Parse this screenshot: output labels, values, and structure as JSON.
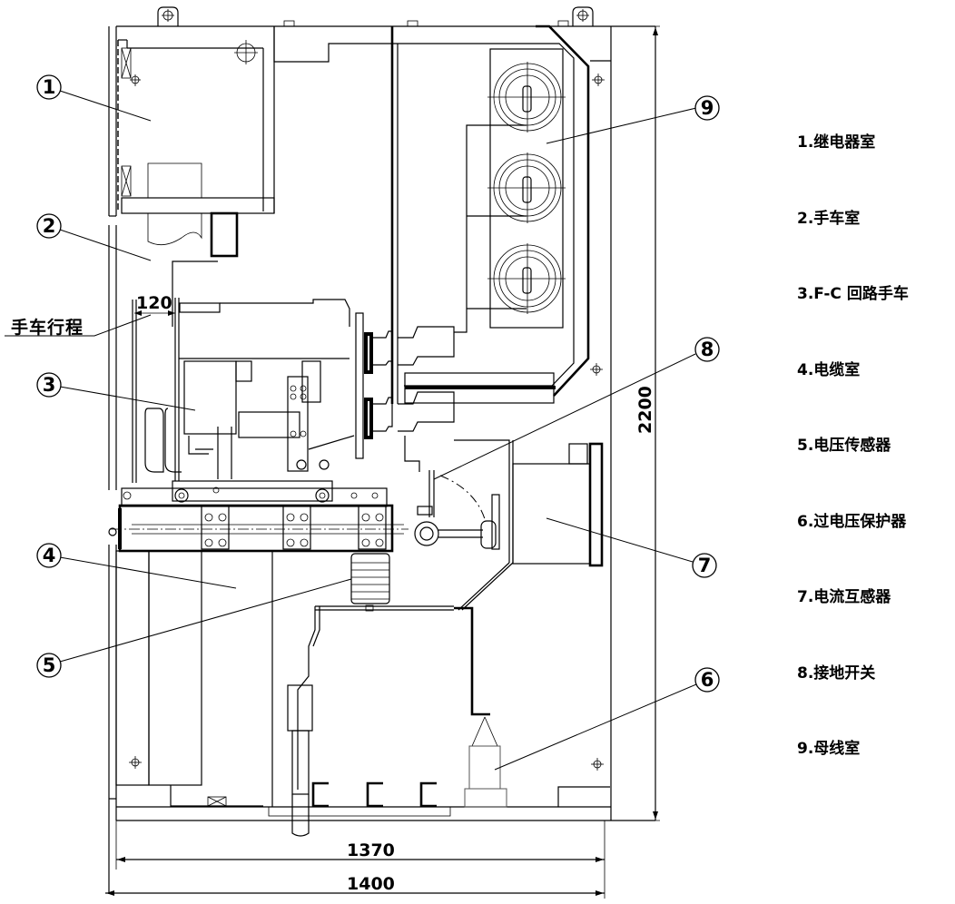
{
  "diagram": {
    "title": "F-C switchgear cabinet cross-section",
    "colors": {
      "line": "#000000",
      "background": "#ffffff"
    },
    "callouts": [
      "1",
      "2",
      "3",
      "4",
      "5",
      "6",
      "7",
      "8",
      "9"
    ],
    "legend": [
      "1.继电器室",
      "2.手车室",
      "3.F-C 回路手车",
      "4.电缆室",
      "5.电压传感器",
      "6.过电压保护器",
      "7.电流互感器",
      "8.接地开关",
      "9.母线室"
    ],
    "dimensions": {
      "travel_label": "手车行程",
      "travel_value": "120",
      "height": "2200",
      "inner_width": "1370",
      "outer_width": "1400"
    }
  }
}
